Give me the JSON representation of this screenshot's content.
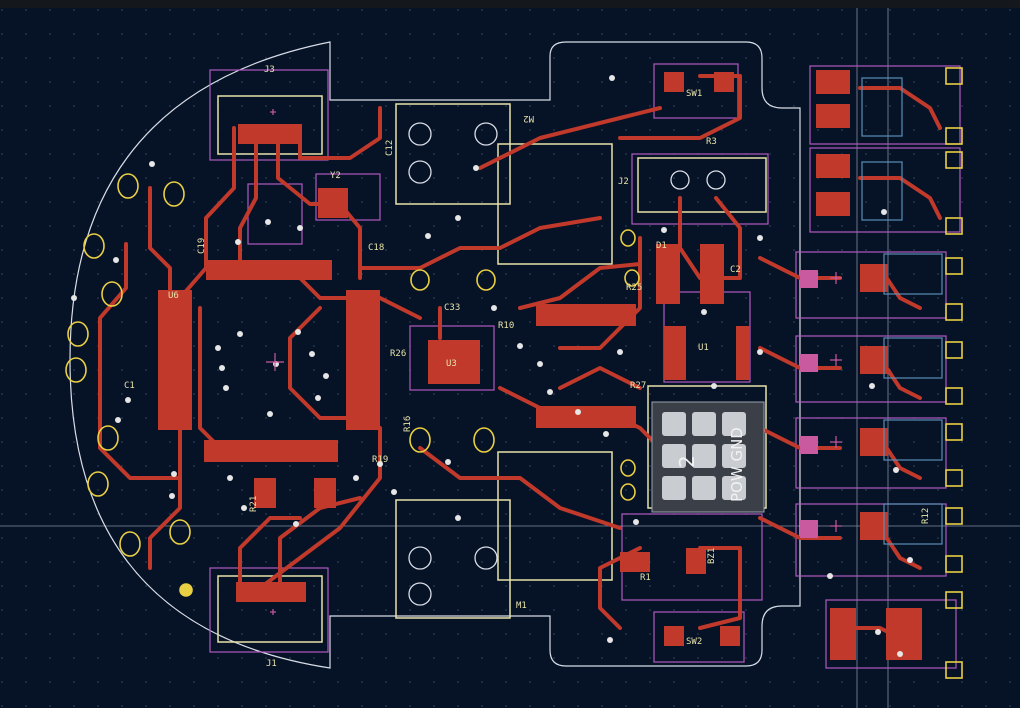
{
  "colors": {
    "background": "#061226",
    "grid": "#2c3a55",
    "edge_cuts": "#d8dde6",
    "copper_front": "#c0392b",
    "copper_back": "#5a8fb5",
    "courtyard": "#b05ac0",
    "silkscreen": "#e8e2a8",
    "pads_yellow": "#e9cf43",
    "via": "#e6e6e6",
    "crosshair": "#b8c2d6"
  },
  "connectors": {
    "j3": "J3",
    "j1": "J1",
    "j2": "J2"
  },
  "motors": {
    "m1": "M1",
    "m2": "M2"
  },
  "switches": {
    "sw1": "SW1",
    "sw2": "SW2"
  },
  "ics": {
    "u1": "U1",
    "u3": "U3",
    "u6": "U6",
    "y2": "Y2"
  },
  "passives": {
    "c1": "C1",
    "c2": "C2",
    "c12": "C12",
    "c18": "C18",
    "c19": "C19",
    "c33": "C33",
    "r1": "R1",
    "r3": "R3",
    "r10": "R10",
    "r12": "R12",
    "r16": "R16",
    "r19": "R19",
    "r21": "R21",
    "r25": "R25",
    "r26": "R26",
    "r27": "R27",
    "d1": "D1",
    "bz1": "BZ1"
  },
  "power_block": {
    "label": "POW GND",
    "number": "2"
  }
}
